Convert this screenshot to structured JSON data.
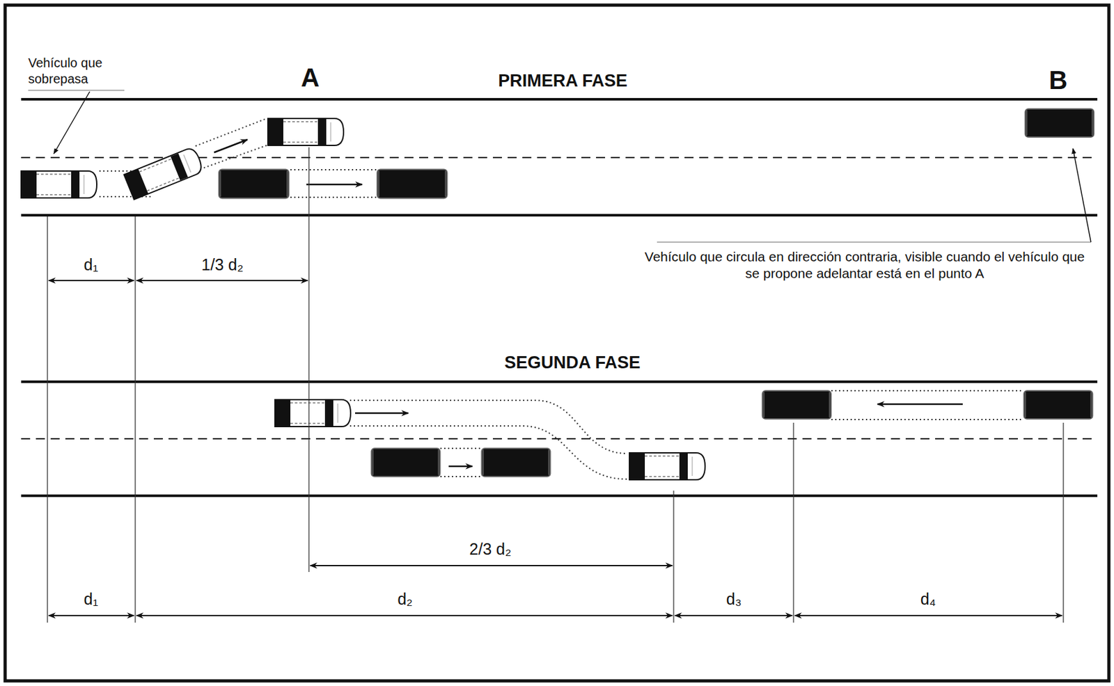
{
  "diagram": {
    "labels": [
      "Vehículo que sobrepasa",
      "A",
      "PRIMERA FASE",
      "B",
      "Vehículo que circula en dirección contraria, visible cuando el vehículo que se propone adelantar está en el punto A",
      "d₁",
      "1/3 d₂",
      "SEGUNDA FASE",
      "2/3 d₂",
      "d₁",
      "d₂",
      "d₃",
      "d₄"
    ]
  }
}
